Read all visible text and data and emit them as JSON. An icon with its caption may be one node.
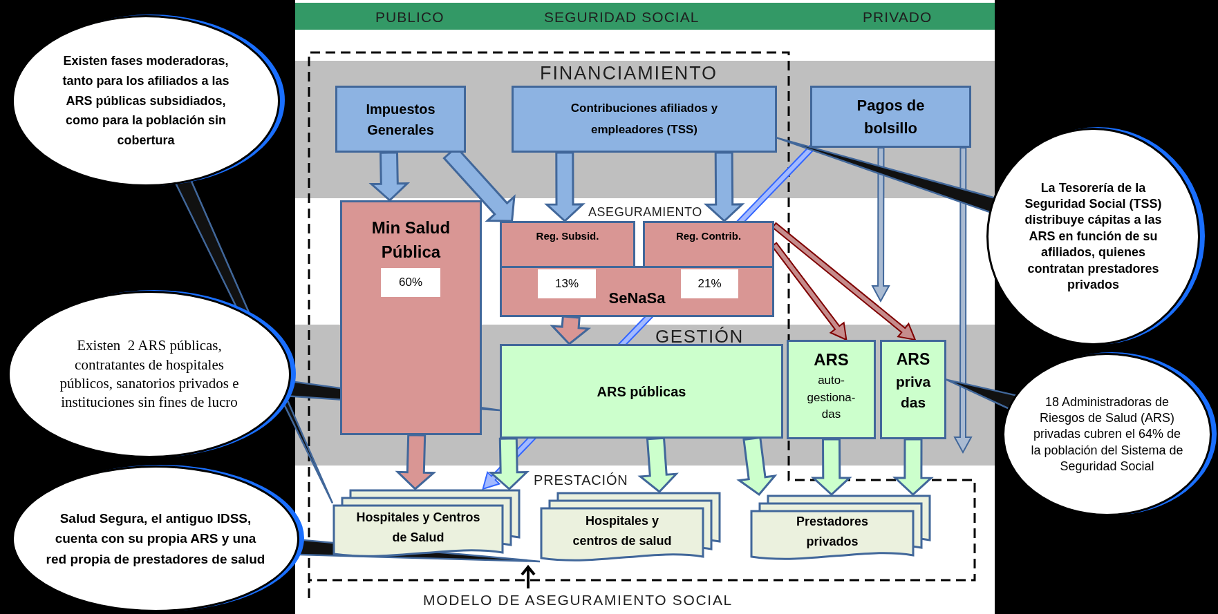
{
  "diagram": {
    "nodes": [
      {
        "text": [
          "Impuestos Generales"
        ]
      },
      {
        "text": [
          "Contribuciones afiliados y empleadores (TSS)"
        ]
      },
      {
        "text": [
          "Pagos de bolsillo"
        ]
      },
      {
        "text": [
          "Min Salud Pública"
        ]
      },
      {
        "text": [
          "60%"
        ],
        "in": 3
      },
      {
        "text": [
          "Reg. Subsid."
        ]
      },
      {
        "text": [
          "Reg. Contrib."
        ]
      },
      {
        "text": [
          "SeNaSa"
        ]
      },
      {
        "text": [
          "13%"
        ],
        "in": 7
      },
      {
        "text": [
          "21%"
        ],
        "in": 7
      },
      {
        "text": [
          "ARS públicas"
        ]
      },
      {
        "text": [
          "ARS",
          "auto- gestiona- das"
        ]
      },
      {
        "text": [
          "ARS",
          "priva das"
        ]
      },
      {
        "text": [
          "Hospitales y Centros de Salud"
        ]
      },
      {
        "text": [
          "Hospitales y centros de salud"
        ]
      },
      {
        "text": [
          "Prestadores privados"
        ]
      },
      {
        "text": [
          "Existen fases moderadoras, tanto para los afiliados a las ARS públicas subsidiados, como para la población sin cobertura"
        ]
      },
      {
        "text": [
          "Existen  2 ARS públicas, contratantes de hospitales públicos, sanatorios privados e instituciones sin fines de lucro"
        ]
      },
      {
        "text": [
          "Salud Segura, el antiguo IDSS, cuenta con su propia ARS y una red propia de prestadores de salud"
        ]
      },
      {
        "text": [
          "La Tesorería de la Seguridad Social (TSS) distribuye cápitas a las ARS en función de su afiliados, quienes contratan prestadores privados"
        ]
      },
      {
        "text": [
          "18 Administradoras de Riesgos de Salud (ARS) privadas cubren el 64% de la población del Sistema de Seguridad Social"
        ]
      }
    ],
    "edges": [
      {
        "from": 0,
        "to": 3,
        "arrow": "to",
        "style": "thick",
        "color": "#8db3e2"
      },
      {
        "from": 0,
        "to": 5,
        "arrow": "to",
        "style": "thick",
        "color": "#8db3e2"
      },
      {
        "from": 1,
        "to": 5,
        "arrow": "to",
        "style": "thick",
        "color": "#8db3e2"
      },
      {
        "from": 1,
        "to": 6,
        "arrow": "to",
        "style": "thick",
        "color": "#8db3e2"
      },
      {
        "from": 2,
        "to": null,
        "arrow": "to",
        "color": "#41679a"
      },
      {
        "from": 2,
        "to": null,
        "arrow": "to",
        "color": "#41679a"
      },
      {
        "from": 2,
        "to": 13,
        "arrow": "to",
        "color": "#3366ff"
      },
      {
        "from": 6,
        "to": 11,
        "arrow": "to",
        "color": "#7f0000"
      },
      {
        "from": 6,
        "to": 12,
        "arrow": "to",
        "color": "#7f0000"
      },
      {
        "from": 7,
        "to": 10,
        "arrow": "to",
        "style": "thick",
        "color": "#d99694"
      },
      {
        "from": 3,
        "to": 13,
        "arrow": "to",
        "style": "thick",
        "color": "#d99694"
      },
      {
        "from": 10,
        "to": 13,
        "arrow": "to",
        "style": "thick",
        "color": "#ccffcc"
      },
      {
        "from": 10,
        "to": 14,
        "arrow": "to",
        "style": "thick",
        "color": "#ccffcc"
      },
      {
        "from": 10,
        "to": 15,
        "arrow": "to",
        "style": "thick",
        "color": "#ccffcc"
      },
      {
        "from": 11,
        "to": 15,
        "arrow": "to",
        "style": "thick",
        "color": "#ccffcc"
      },
      {
        "from": 12,
        "to": 15,
        "arrow": "to",
        "style": "thick",
        "color": "#ccffcc"
      },
      {
        "from": 16,
        "to": 13,
        "arrow": "none"
      },
      {
        "from": 17,
        "to": 10,
        "arrow": "none"
      },
      {
        "from": 18,
        "to": 14,
        "arrow": "none"
      },
      {
        "from": 19,
        "to": 1,
        "arrow": "none"
      },
      {
        "from": 20,
        "to": 12,
        "arrow": "none"
      }
    ],
    "labels": [
      "PUBLICO",
      "SEGURIDAD SOCIAL",
      "PRIVADO",
      "FINANCIAMIENTO",
      "ASEGURAMIENTO",
      "GESTIÓN",
      "PRESTACIÓN",
      "MODELO DE ASEGURAMIENTO SOCIAL"
    ]
  }
}
